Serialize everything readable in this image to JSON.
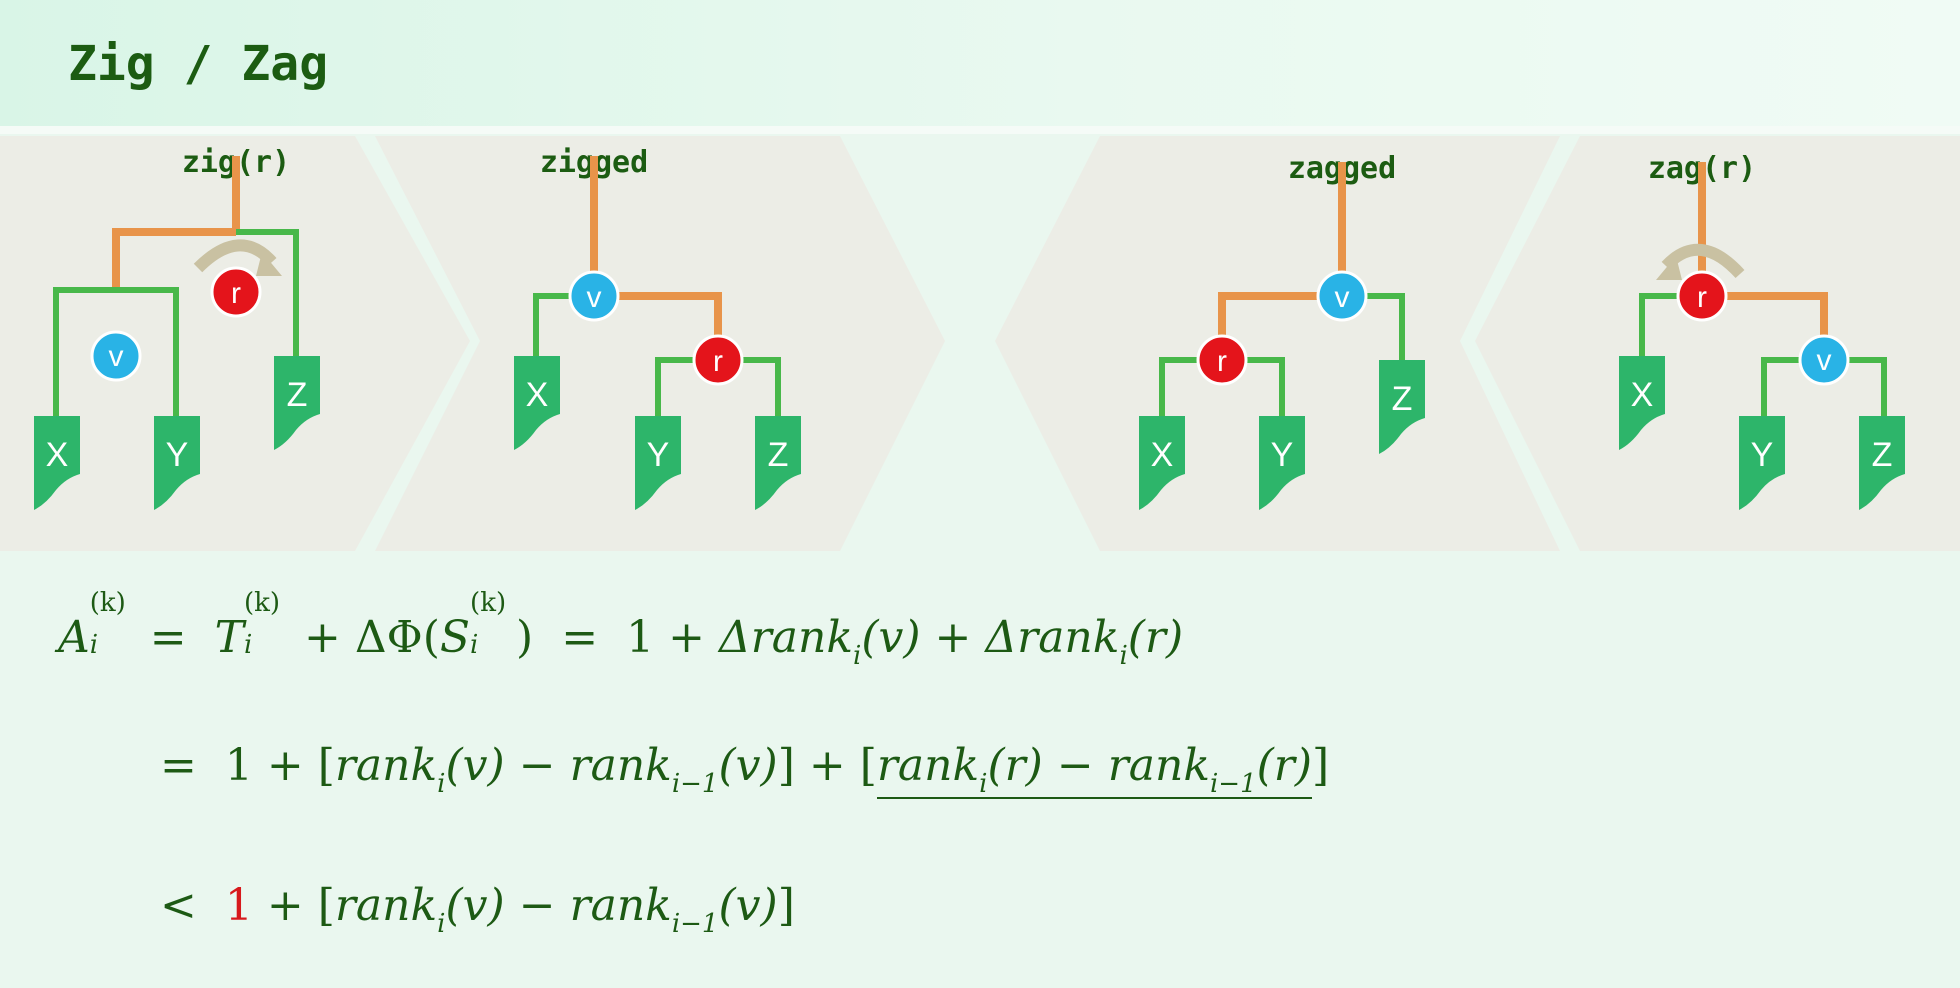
{
  "slide": {
    "title": "Zig / Zag"
  },
  "diagram": {
    "panels": [
      {
        "label": "zig(r)"
      },
      {
        "label": "zigged"
      },
      {
        "label": "zagged"
      },
      {
        "label": "zag(r)"
      }
    ],
    "node_labels": {
      "r": "r",
      "v": "v"
    },
    "leaf_labels": {
      "x": "X",
      "y": "Y",
      "z": "Z"
    },
    "colors": {
      "node_r": "#e4141b",
      "node_v": "#29b3e6",
      "edge_orange": "#e8944a",
      "edge_green": "#48b84a",
      "leaf": "#2db56a",
      "rotate_arrow": "#c9c1a2",
      "panel_bg": "#ecede6",
      "text": "#1d5a14"
    }
  },
  "formula": {
    "line1": {
      "A": "A",
      "T": "T",
      "S": "S",
      "k": "(k)",
      "i": "i",
      "eq": "=",
      "plus": "+",
      "dphi": "ΔΦ(",
      "close": ")",
      "one": "1",
      "drank_v": "Δrank",
      "v_arg": "(v)",
      "drank_r": "Δrank",
      "r_arg": "(r)"
    },
    "line2": {
      "eq": "=",
      "one": "1",
      "rank": "rank",
      "i": "i",
      "im1": "i−1",
      "v_arg": "(v)",
      "r_arg": "(r)",
      "minus": "−",
      "plus": "+"
    },
    "line3": {
      "lt": "<",
      "one": "1",
      "plus": "+",
      "rank": "rank",
      "i": "i",
      "im1": "i−1",
      "v_arg": "(v)",
      "minus": "−"
    }
  }
}
